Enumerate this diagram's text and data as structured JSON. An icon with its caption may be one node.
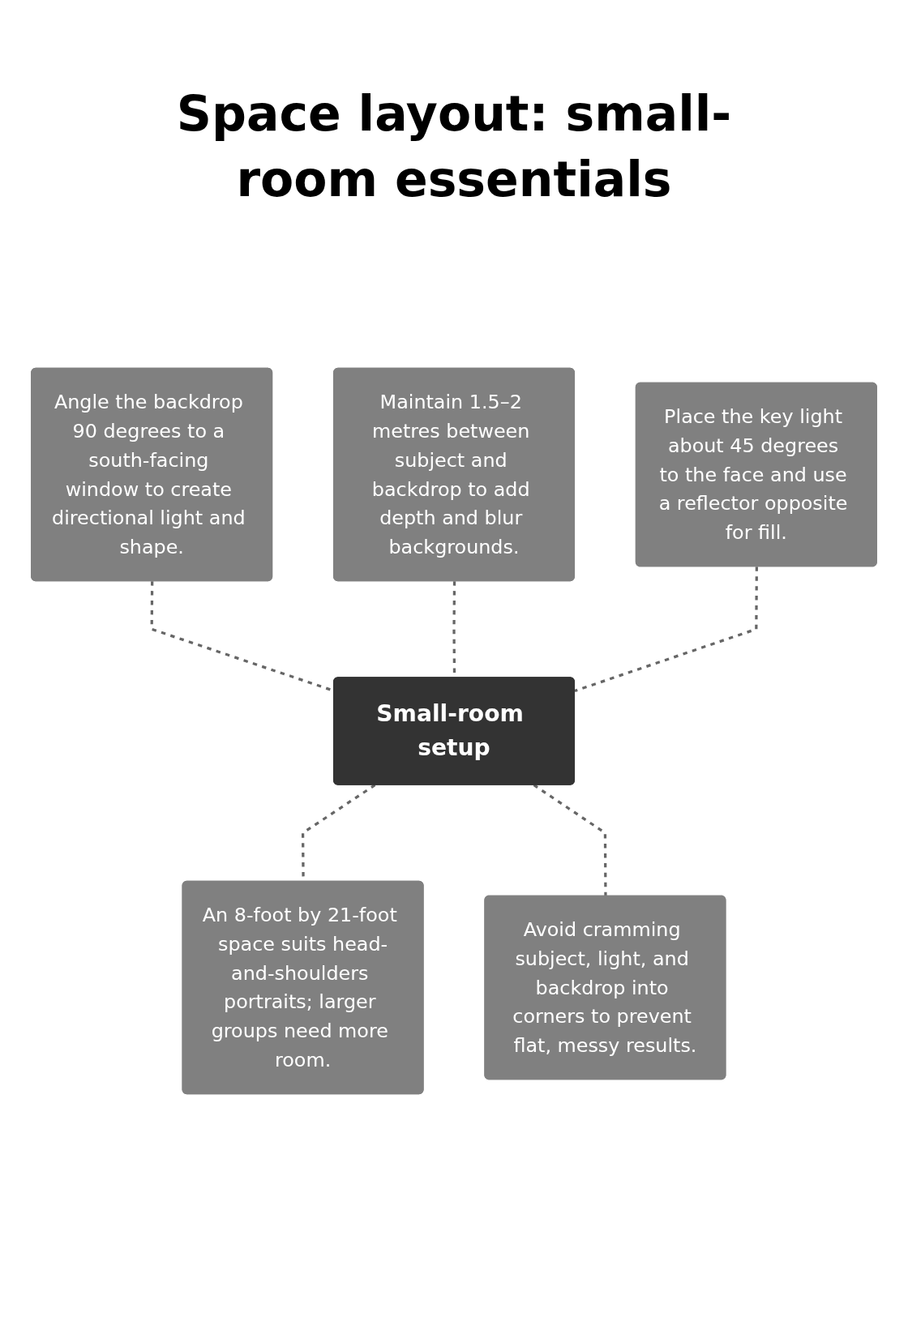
{
  "diagram": {
    "title": "Space layout: small-room essentials",
    "nodes": [
      {
        "text": [
          "Angle the backdrop 90 degrees to a south-facing window to create directional light and shape."
        ]
      },
      {
        "text": [
          "Maintain 1.5–2 metres between subject and backdrop to add depth and blur backgrounds."
        ]
      },
      {
        "text": [
          "Place the key light about 45 degrees to the face and use a reflector opposite for fill."
        ]
      },
      {
        "text": [
          "Small-room setup"
        ]
      },
      {
        "text": [
          "An 8-foot by 21-foot space suits head-and-shoulders portraits; larger groups need more room."
        ]
      },
      {
        "text": [
          "Avoid cramming subject, light, and backdrop into corners to prevent flat, messy results."
        ]
      }
    ],
    "edges": [
      {
        "from": 0,
        "to": 3,
        "arrow": "none",
        "style": "dashed"
      },
      {
        "from": 1,
        "to": 3,
        "arrow": "none",
        "style": "dashed"
      },
      {
        "from": 2,
        "to": 3,
        "arrow": "none",
        "style": "dashed"
      },
      {
        "from": 3,
        "to": 4,
        "arrow": "none",
        "style": "dashed"
      },
      {
        "from": 3,
        "to": 5,
        "arrow": "none",
        "style": "dashed"
      }
    ]
  }
}
